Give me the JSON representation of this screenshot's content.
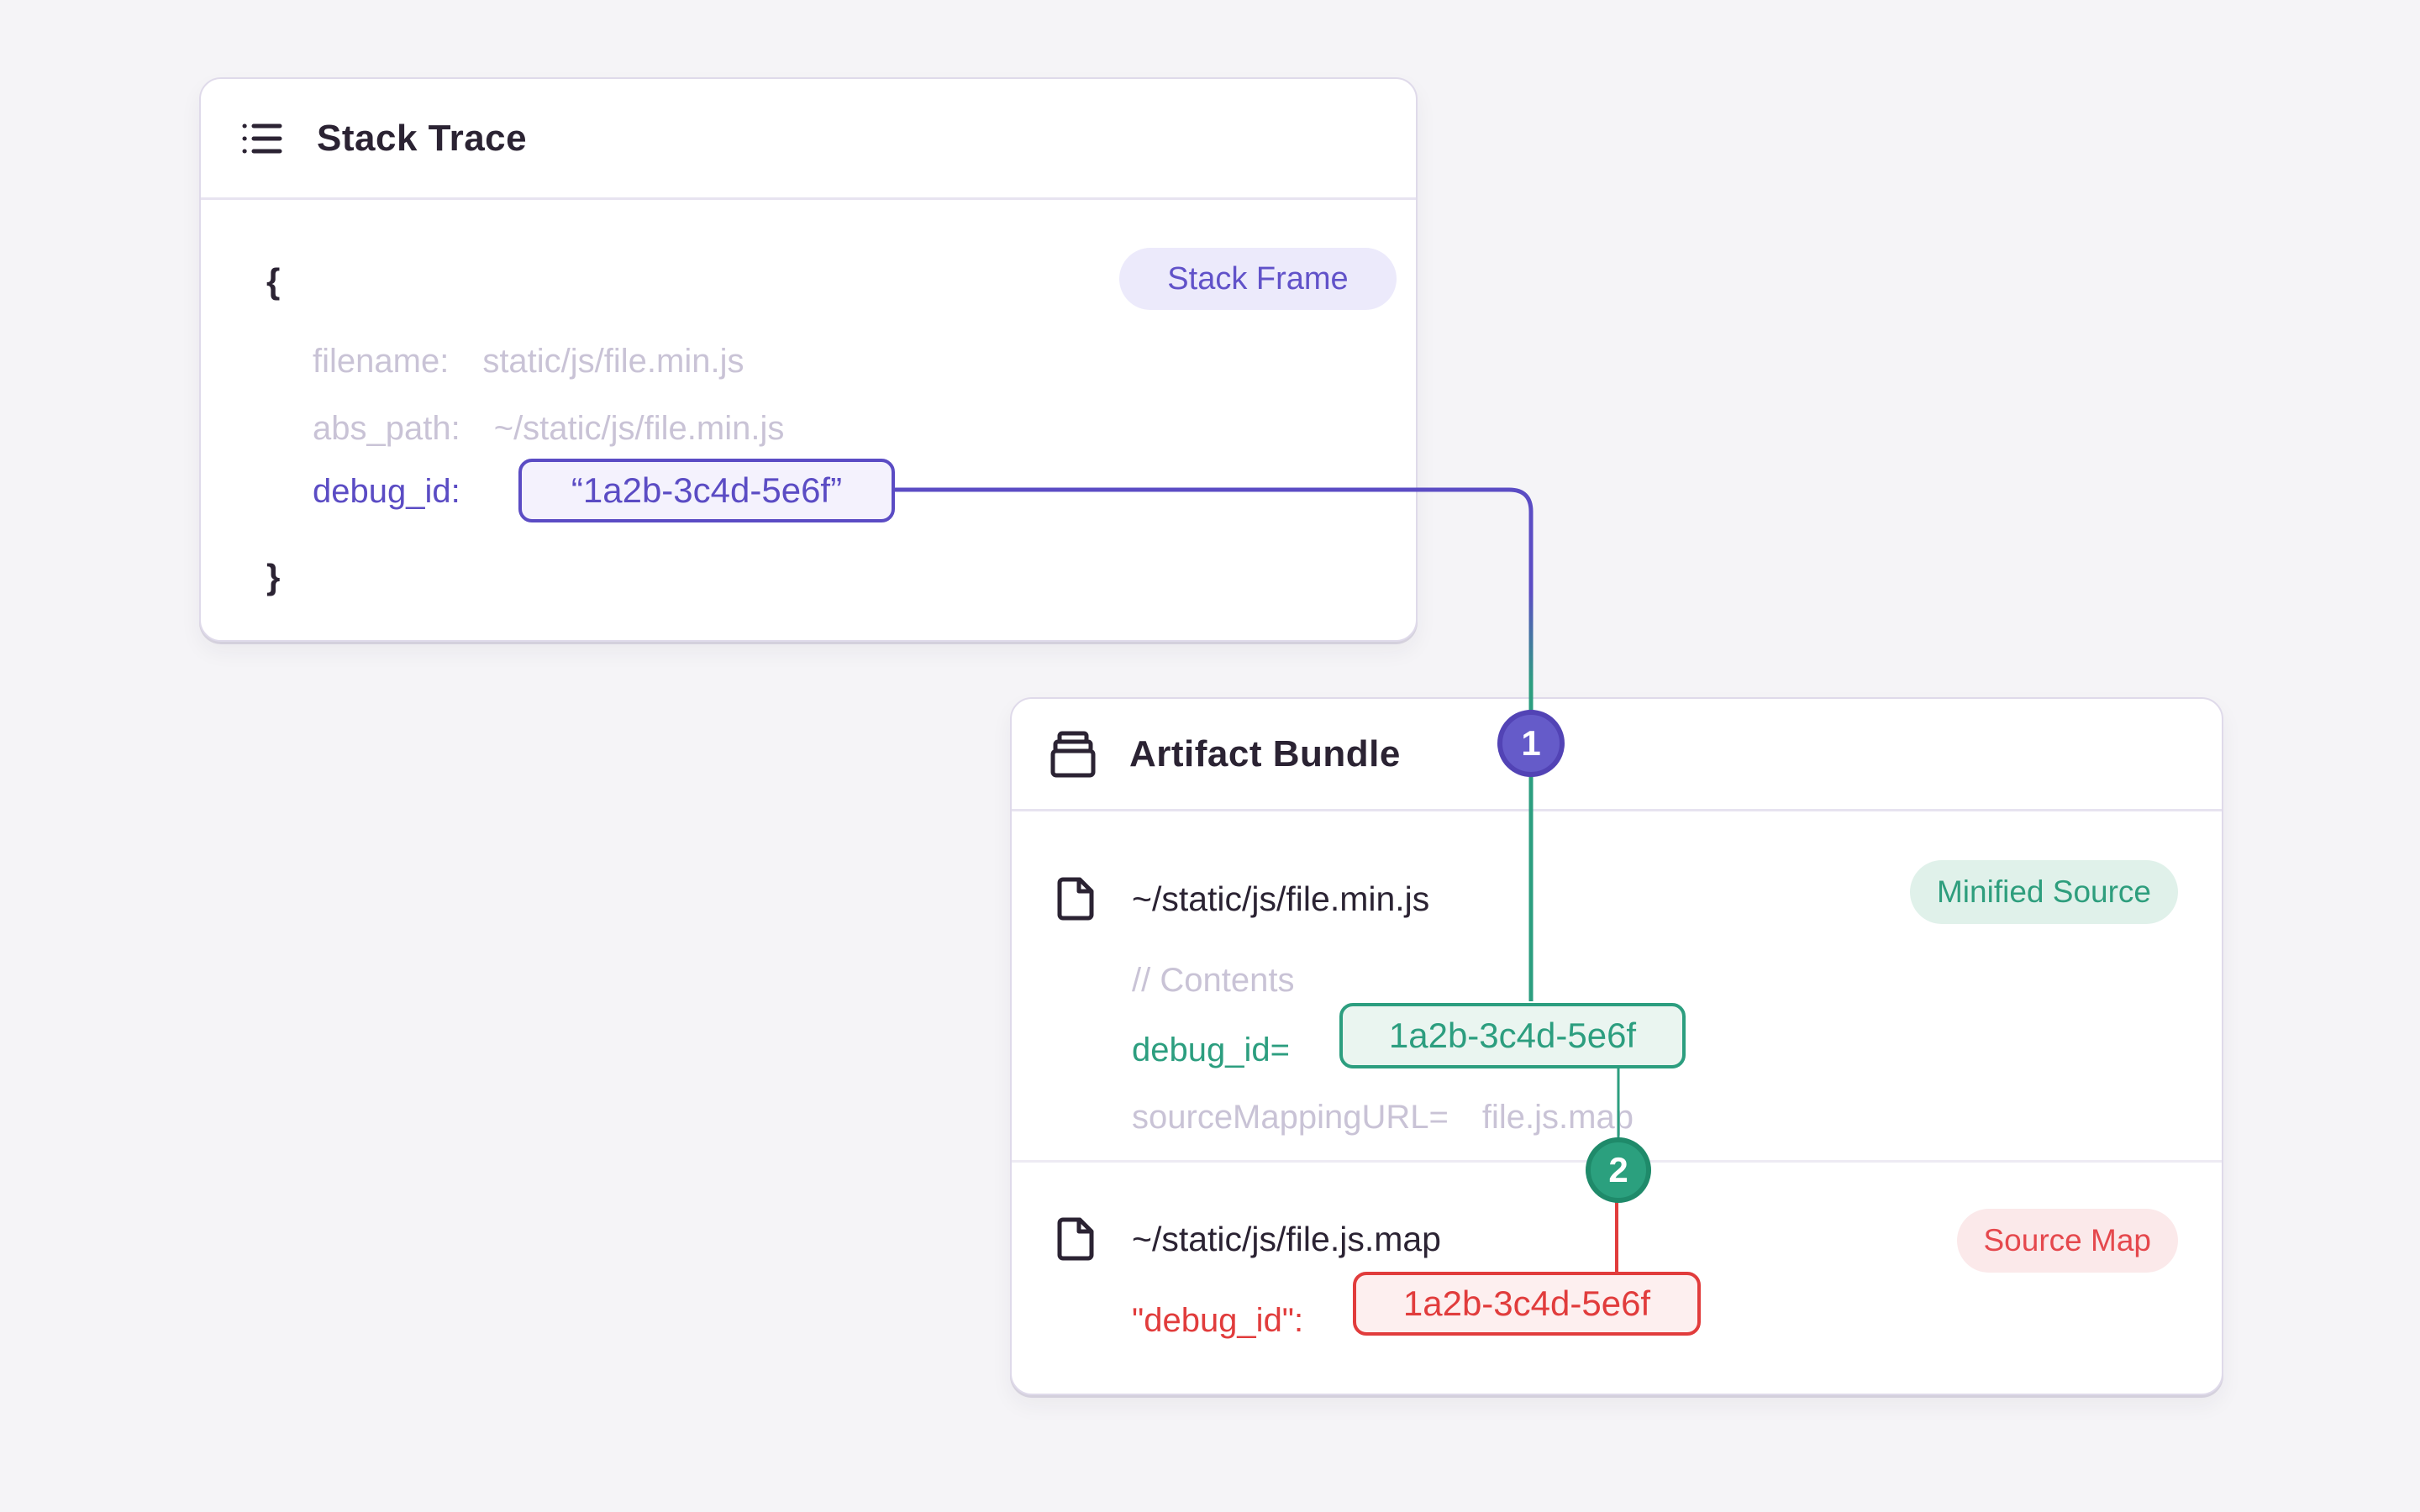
{
  "stack_trace": {
    "title": "Stack Trace",
    "frame_badge": "Stack Frame",
    "brace_open": "{",
    "brace_close": "}",
    "filename_key": "filename:",
    "filename_value": "static/js/file.min.js",
    "abs_path_key": "abs_path:",
    "abs_path_value": "~/static/js/file.min.js",
    "debug_id_key": "debug_id:",
    "debug_id_value": "“1a2b-3c4d-5e6f”"
  },
  "artifact_bundle": {
    "title": "Artifact Bundle",
    "minified": {
      "path": "~/static/js/file.min.js",
      "badge": "Minified Source",
      "contents_comment": "// Contents",
      "debug_id_key": "debug_id=",
      "debug_id_value": "1a2b-3c4d-5e6f",
      "source_mapping_key": "sourceMappingURL=",
      "source_mapping_value": "file.js.map"
    },
    "source_map": {
      "path": "~/static/js/file.js.map",
      "badge": "Source Map",
      "debug_id_key": "\"debug_id\":",
      "debug_id_value": "1a2b-3c4d-5e6f"
    }
  },
  "connectors": {
    "marker1": "1",
    "marker2": "2"
  },
  "colors": {
    "purple": "#5B4CC4",
    "green": "#2C9E7F",
    "red": "#E13C3C",
    "ink": "#2B2333",
    "muted_text": "#C9C3D6",
    "page_background": "#F5F4F7"
  }
}
